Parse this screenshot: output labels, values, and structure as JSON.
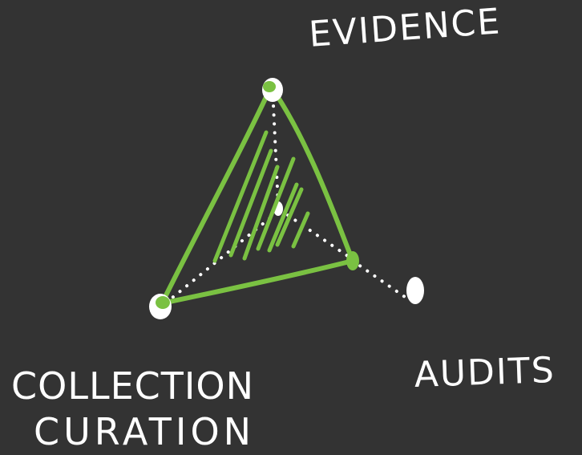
{
  "diagram": {
    "vertices": {
      "top": "EVIDENCE",
      "right": "AUDITS",
      "bottom_left_line1": "COLLECTION",
      "bottom_left_line2": "CURATION"
    },
    "colors": {
      "background": "#333333",
      "edge": "#7ac142",
      "dots": "#ffffff",
      "text": "#ffffff"
    }
  }
}
